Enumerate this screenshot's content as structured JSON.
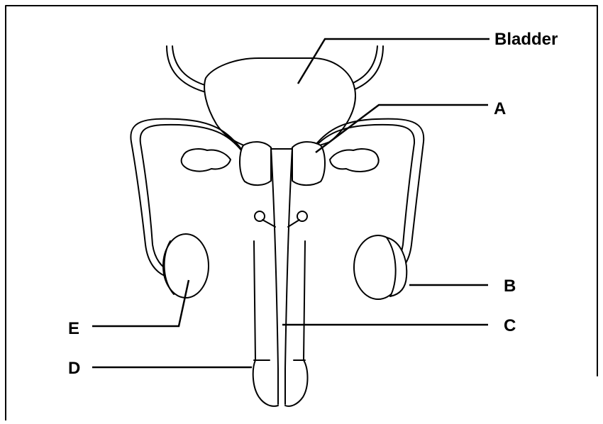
{
  "labels": {
    "bladder": "Bladder",
    "a": "A",
    "b": "B",
    "c": "C",
    "d": "D",
    "e": "E"
  },
  "colors": {
    "ink": "#000000",
    "background": "#ffffff"
  }
}
